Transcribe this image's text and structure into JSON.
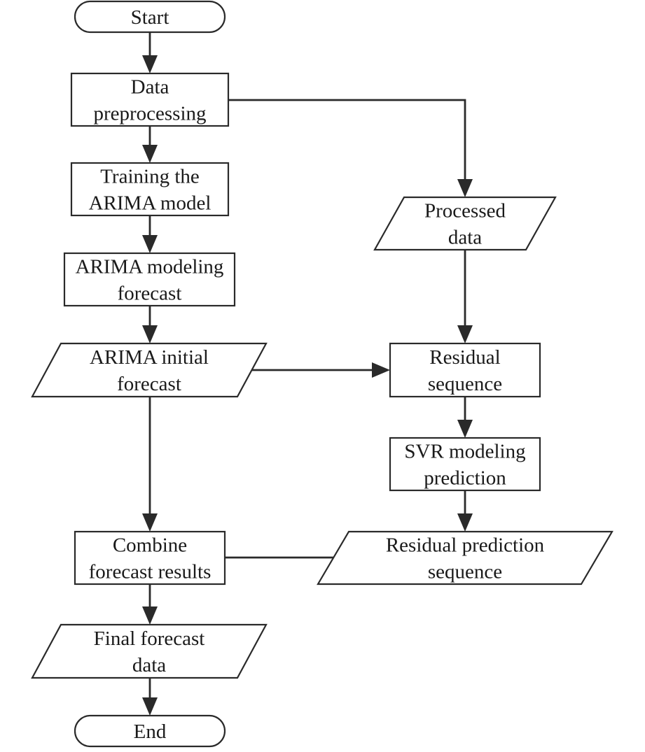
{
  "nodes": {
    "start": {
      "shape": "terminator",
      "lines": [
        "Start"
      ]
    },
    "preprocess": {
      "shape": "process",
      "lines": [
        "Data",
        "preprocessing"
      ]
    },
    "train": {
      "shape": "process",
      "lines": [
        "Training the",
        "ARIMA model"
      ]
    },
    "arima_forecast": {
      "shape": "process",
      "lines": [
        "ARIMA modeling",
        "forecast"
      ]
    },
    "arima_initial": {
      "shape": "data",
      "lines": [
        "ARIMA initial",
        "forecast"
      ]
    },
    "processed": {
      "shape": "data",
      "lines": [
        "Processed",
        "data"
      ]
    },
    "residual": {
      "shape": "process",
      "lines": [
        "Residual",
        "sequence"
      ]
    },
    "svr": {
      "shape": "process",
      "lines": [
        "SVR modeling",
        "prediction"
      ]
    },
    "residual_pred": {
      "shape": "data",
      "lines": [
        "Residual prediction",
        "sequence"
      ]
    },
    "combine": {
      "shape": "process",
      "lines": [
        "Combine",
        "forecast results"
      ]
    },
    "final": {
      "shape": "data",
      "lines": [
        "Final forecast",
        "data"
      ]
    },
    "end": {
      "shape": "terminator",
      "lines": [
        "End"
      ]
    }
  },
  "edges": [
    {
      "from": "start",
      "to": "preprocess"
    },
    {
      "from": "preprocess",
      "to": "train"
    },
    {
      "from": "preprocess",
      "to": "processed"
    },
    {
      "from": "train",
      "to": "arima_forecast"
    },
    {
      "from": "arima_forecast",
      "to": "arima_initial"
    },
    {
      "from": "processed",
      "to": "residual"
    },
    {
      "from": "arima_initial",
      "to": "residual"
    },
    {
      "from": "arima_initial",
      "to": "combine"
    },
    {
      "from": "residual",
      "to": "svr"
    },
    {
      "from": "svr",
      "to": "residual_pred"
    },
    {
      "from": "residual_pred",
      "to": "combine"
    },
    {
      "from": "combine",
      "to": "final"
    },
    {
      "from": "final",
      "to": "end"
    }
  ]
}
